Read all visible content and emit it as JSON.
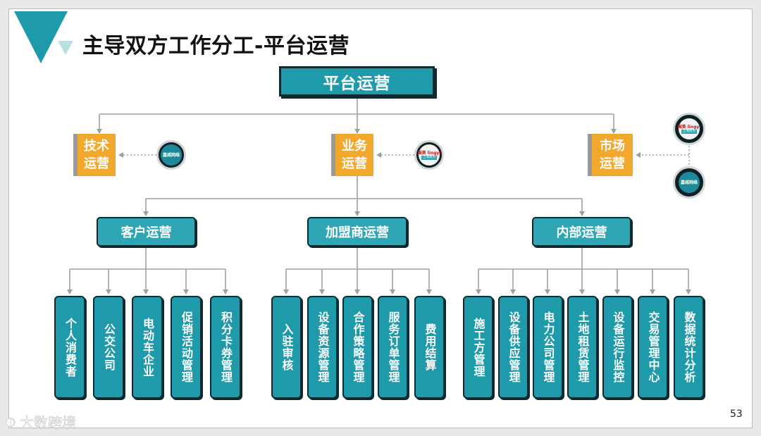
{
  "title": "主导双方工作分工-平台运营",
  "page_number": "53",
  "watermark": "大数跨境",
  "root": "平台运营",
  "teams": {
    "tech": [
      "技术",
      "运营"
    ],
    "business": [
      "业务",
      "运营"
    ],
    "market": [
      "市场",
      "运营"
    ]
  },
  "logos": {
    "weicheng": {
      "mark": "嘉威网络",
      "text": "嘉威网络"
    },
    "shanghai": {
      "mark": "国美 lingyi",
      "text": "上海商务"
    }
  },
  "branches": {
    "customer": {
      "label": "客户运营",
      "items": [
        "个人消费者",
        "公交公司",
        "电动车企业",
        "促销活动管理",
        "积分卡券管理"
      ]
    },
    "franchise": {
      "label": "加盟商运营",
      "items": [
        "入驻审核",
        "设备资源管理",
        "合作策略管理",
        "服务订单管理",
        "费用结算"
      ]
    },
    "internal": {
      "label": "内部运营",
      "items": [
        "施工方管理",
        "设备供应管理",
        "电力公司管理",
        "土地租赁管理",
        "设备运行监控",
        "交易管理中心",
        "数据统计分析"
      ]
    }
  },
  "colors": {
    "teal": "#1f9aaa",
    "orange": "#f2a82d",
    "dark": "#0d2a30"
  }
}
